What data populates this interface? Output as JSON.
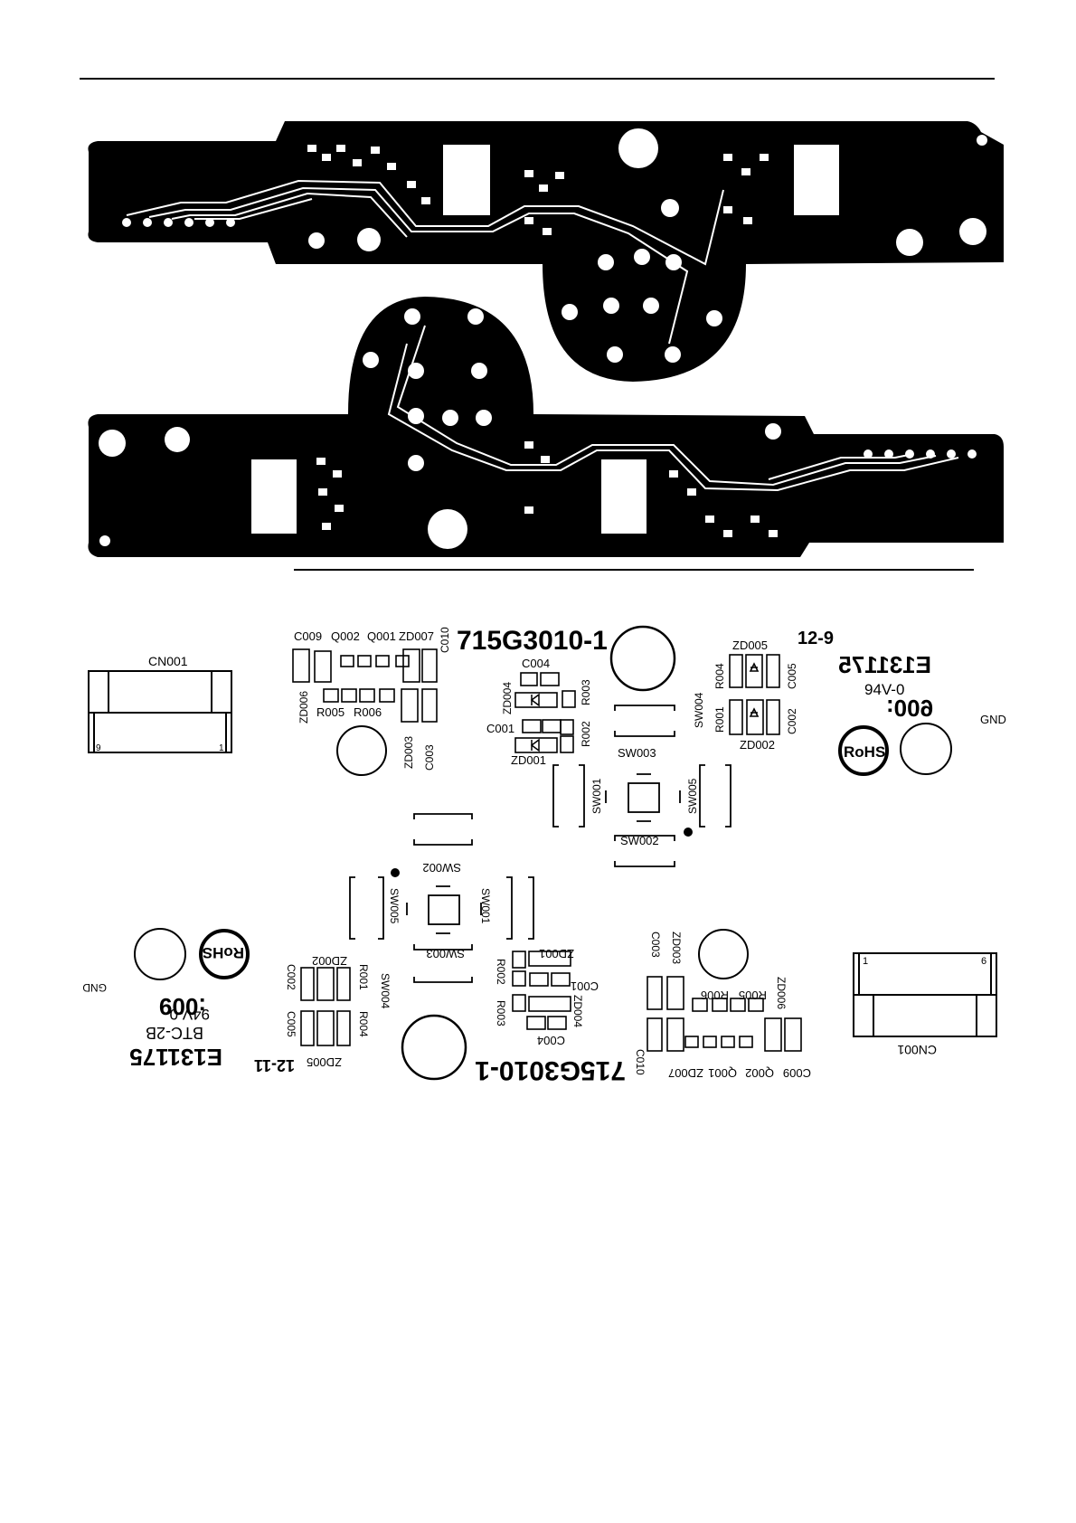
{
  "board": {
    "part_number": "715G3010-1",
    "date_code_top": "12-9",
    "date_code_bottom": "12-11",
    "pcb_code": "E131175",
    "pcb_code_mirrored": "E131175",
    "material": "BTC-2B",
    "flammability": "94V-0",
    "lot": ":009",
    "rohs": "RoHS",
    "gnd": "GND",
    "connector": "CN001",
    "connector_pin_first": "9",
    "connector_pin_last": "1",
    "connector_pin_first_b": "1",
    "connector_pin_last_b": "6"
  },
  "top_labels": {
    "c009": "C009",
    "q002": "Q002",
    "q001": "Q001",
    "zd007": "ZD007",
    "c010": "C010",
    "zd006": "ZD006",
    "r005": "R005",
    "r006": "R006",
    "zd003": "ZD003",
    "c003": "C003",
    "c004": "C004",
    "zd004": "ZD004",
    "r003": "R003",
    "c001": "C001",
    "r002": "R002",
    "zd001": "ZD001",
    "sw003": "SW003",
    "sw001": "SW001",
    "sw005": "SW005",
    "sw002": "SW002",
    "sw004": "SW004",
    "zd005": "ZD005",
    "r004": "R004",
    "c005": "C005",
    "r001": "R001",
    "c002": "C002",
    "zd002": "ZD002"
  }
}
